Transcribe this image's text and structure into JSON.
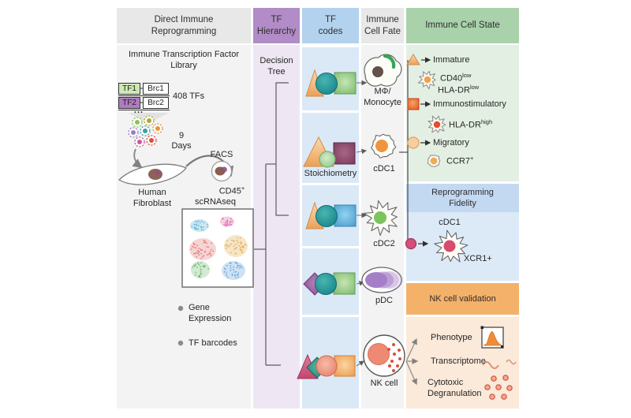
{
  "headers": {
    "reprogramming": "Direct Immune Reprogramming",
    "hierarchy": "TF Hierarchy",
    "codes": "TF codes",
    "fate": "Immune Cell Fate",
    "state": "Immune Cell State"
  },
  "left": {
    "library_title": "Immune Transcription Factor Library",
    "tf1": "TF1",
    "brc1": "Brc1",
    "tf2": "TF2",
    "brc2": "Brc2",
    "ellipsis": "...",
    "tf_count": "408 TFs",
    "days_num": "9",
    "days_word": "Days",
    "facs": "FACS",
    "cd45": {
      "base": "CD45",
      "sup": "+"
    },
    "fibroblast": "Human Fibroblast",
    "scrnaseq": "scRNAseq",
    "bullet_gene": "Gene Expression",
    "bullet_barcodes": "TF barcodes"
  },
  "hierarchy": {
    "decision_tree": "Decision Tree"
  },
  "tf_codes": {
    "stoichiometry": "Stoichiometry"
  },
  "fate": {
    "mphi": "MΦ/",
    "monocyte": "Monocyte",
    "cdc1": "cDC1",
    "cdc2": "cDC2",
    "pdc": "pDC",
    "nk": "NK cell"
  },
  "state": {
    "immature": "Immature",
    "cd40": {
      "base": "CD40",
      "sup": "low"
    },
    "hladr_low": {
      "base": "HLA-DR",
      "sup": "low"
    },
    "immunostimulatory": "Immunostimulatory",
    "hladr_high": {
      "base": "HLA-DR",
      "sup": "high"
    },
    "migratory": "Migratory",
    "ccr7": {
      "base": "CCR7",
      "sup": "+"
    },
    "fidelity_title": "Reprogramming Fidelity",
    "fidelity_cdc1": "cDC1",
    "xcr1": "XCR1+",
    "nk_validation": "NK cell validation",
    "phenotype": "Phenotype",
    "transcriptome": "Transcriptome",
    "cytotoxic": "Cytotoxic Degranulation"
  },
  "colors": {
    "header_gray": "#e8e8e8",
    "header_purple": "#b18cc6",
    "header_blue": "#b3d2ee",
    "header_green": "#a9d2ab",
    "panel_gray": "#f3f3f3",
    "panel_lavender": "#eee7f3",
    "panel_blue_row": "#dbe9f7",
    "panel_green": "#e3efe3",
    "band_blue": "#c3d8f1",
    "panel_light_blue": "#dce9f7",
    "band_orange": "#f4b169",
    "panel_peach": "#fbe9d9",
    "teal": "#1f8a8e",
    "orange": "#eda25a",
    "green": "#7eba6d",
    "maroon": "#8a4a68",
    "blue": "#55a6d6",
    "purple": "#9a5d9e",
    "pink": "#d05578",
    "salmon": "#ee8a74"
  }
}
